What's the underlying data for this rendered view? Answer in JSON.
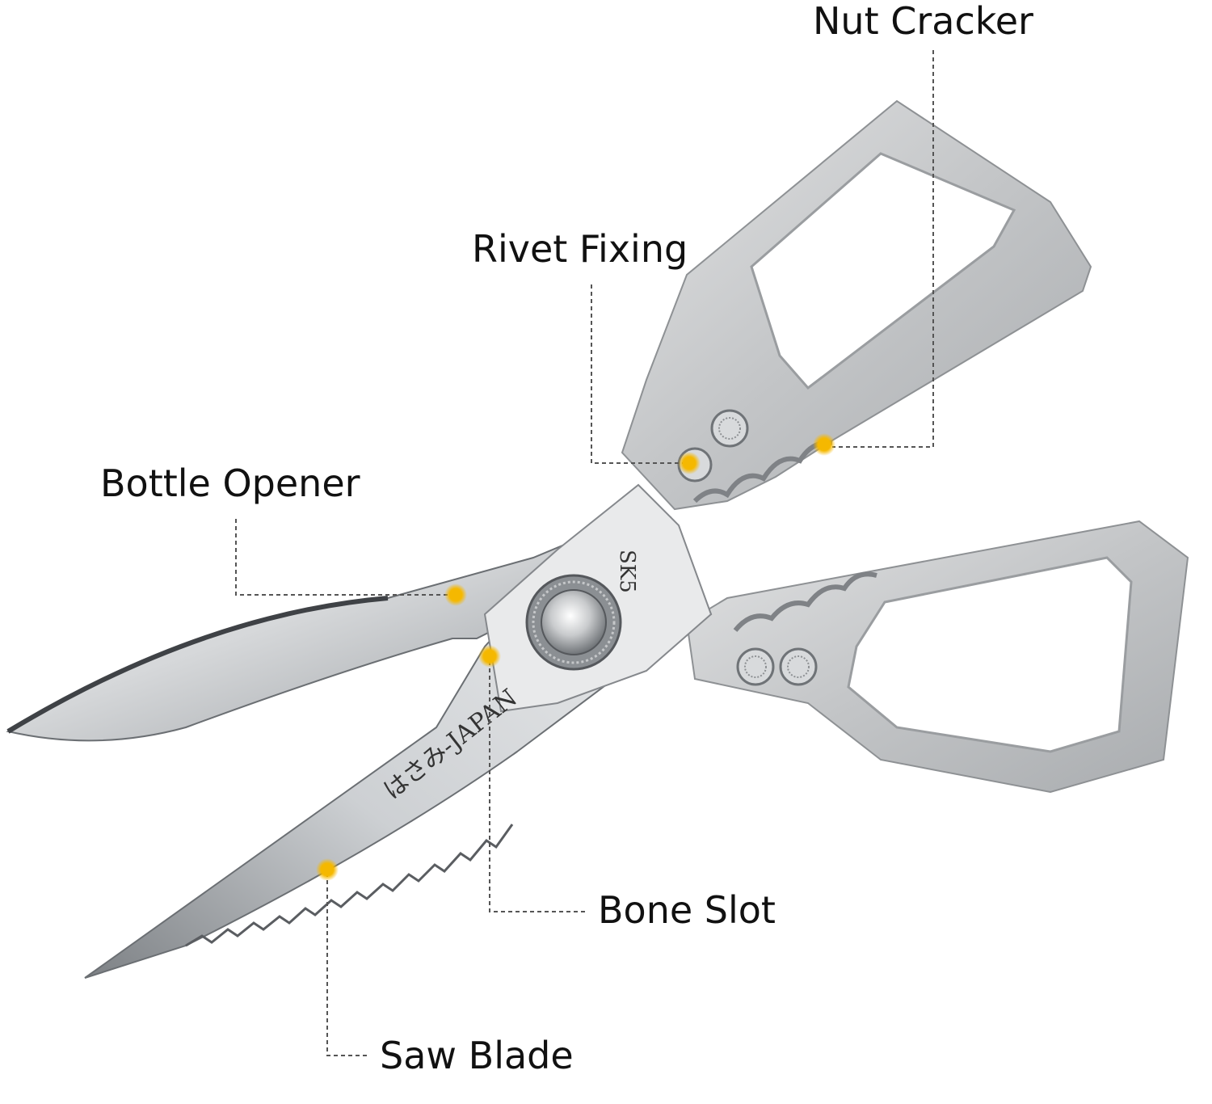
{
  "callouts": {
    "nut_cracker": "Nut Cracker",
    "rivet_fixing": "Rivet Fixing",
    "bottle_opener": "Bottle Opener",
    "bone_slot": "Bone Slot",
    "saw_blade": "Saw Blade"
  },
  "engravings": {
    "steel_grade": "SK5",
    "brand": "はさみ-JAPAN"
  },
  "colors": {
    "marker": "#f5b800",
    "steel": "#c8c9cb",
    "text": "#111111"
  }
}
